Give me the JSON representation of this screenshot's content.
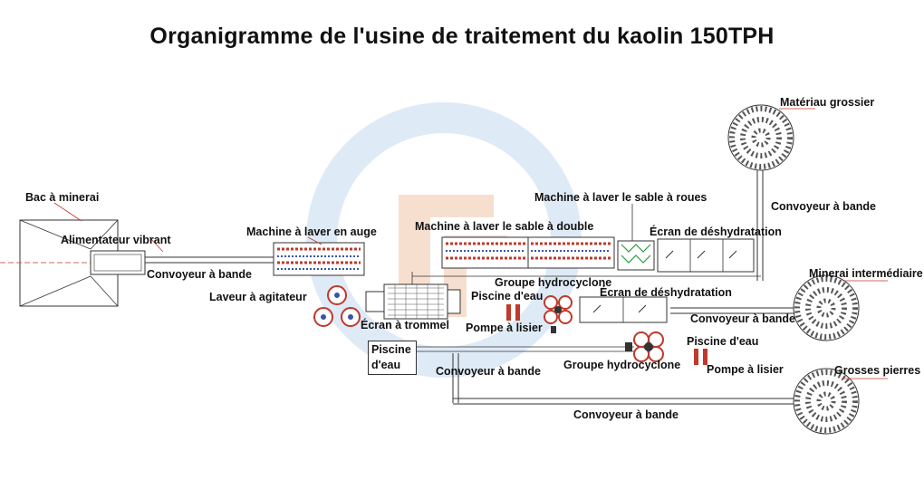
{
  "title": "Organigramme de l'usine de traitement du kaolin 150TPH",
  "labels": {
    "bac_minerai": "Bac à minerai",
    "alimentateur_vibrant": "Alimentateur vibrant",
    "convoyeur_1": "Convoyeur à bande",
    "machine_laver_auge": "Machine à laver en auge",
    "laveur_agitateur": "Laveur à agitateur",
    "machine_laver_double": "Machine à laver le sable à double",
    "machine_laver_roues": "Machine à laver le sable à roues",
    "ecran_deshydratation_1": "Écran de déshydratation",
    "ecran_deshydratation_2": "Écran de déshydratation",
    "ecran_trommel": "Écran à trommel",
    "groupe_hydrocyclone_1": "Groupe hydrocyclone",
    "groupe_hydrocyclone_2": "Groupe hydrocyclone",
    "piscine_eau_1": "Piscine d'eau",
    "piscine_eau_2": "Piscine d'eau",
    "piscine_eau_box": "Piscine d'eau",
    "pompe_lisier_1": "Pompe à lisier",
    "pompe_lisier_2": "Pompe à lisier",
    "convoyeur_2": "Convoyeur à bande",
    "convoyeur_3": "Convoyeur à bande",
    "convoyeur_4": "Convoyeur à bande",
    "convoyeur_5": "Convoyeur à bande",
    "materiau_grossier": "Matériau grossier",
    "minerai_intermediaire": "Minerai intermédiaire",
    "grosses_pierres": "Grosses pierres"
  },
  "colors": {
    "line": "#333333",
    "machine_red": "#c0392b",
    "machine_blue": "#3a55a5",
    "watermark_blue": "#d6e6f5",
    "watermark_orange": "#f6d7c2"
  }
}
